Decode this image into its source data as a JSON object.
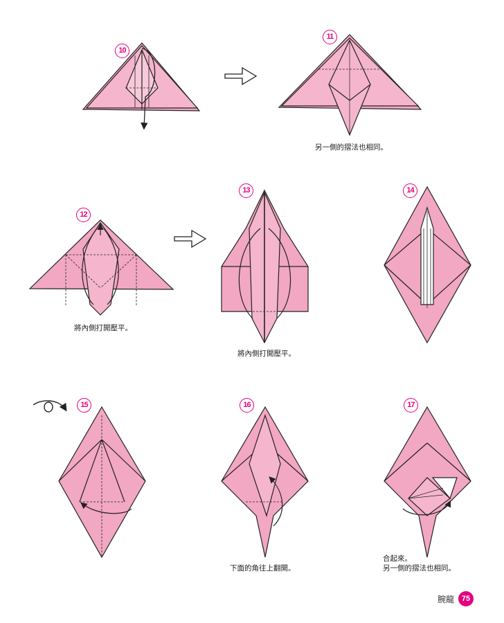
{
  "steps": [
    {
      "num": "10"
    },
    {
      "num": "11",
      "caption": "另一側的摺法也相同。"
    },
    {
      "num": "12",
      "caption": "將內側打開壓平。"
    },
    {
      "num": "13",
      "caption": "將內側打開壓平。"
    },
    {
      "num": "14"
    },
    {
      "num": "15"
    },
    {
      "num": "16",
      "caption": "下面的角往上翻開。"
    },
    {
      "num": "17",
      "caption_line1": "合起來。",
      "caption_line2": "另一側的摺法也相同。"
    }
  ],
  "footer": {
    "title": "腕龍",
    "page_number": "75"
  },
  "colors": {
    "paper": "#f2a7c3",
    "accent": "#e4007f",
    "line": "#222222"
  }
}
